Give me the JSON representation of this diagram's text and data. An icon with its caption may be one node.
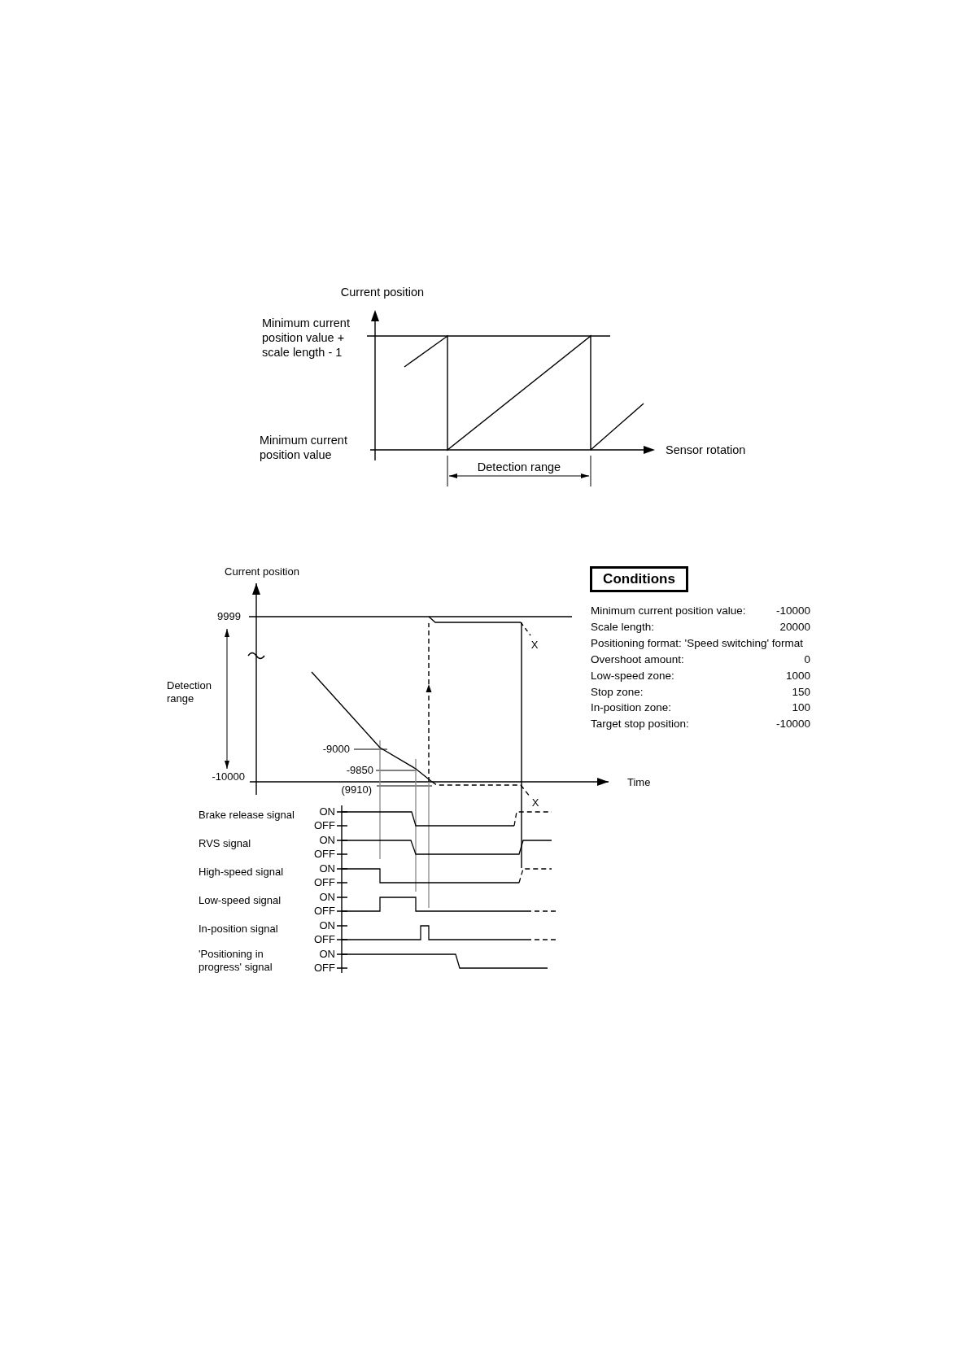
{
  "diagram": {
    "nodes": [
      {
        "text": [
          "Conditions"
        ]
      }
    ],
    "labels": [
      "Current position",
      "Minimum current position value + scale length - 1",
      "Minimum current position value",
      "Sensor rotation",
      "Detection range",
      "Current position",
      "9999",
      "Detection range",
      "X",
      "-9000",
      "-9850",
      "-10000",
      "(9910)",
      "Time",
      "X",
      "Brake release signal",
      "ON",
      "OFF",
      "RVS signal",
      "ON",
      "OFF",
      "High-speed signal",
      "ON",
      "OFF",
      "Low-speed signal",
      "ON",
      "OFF",
      "In-position signal",
      "ON",
      "OFF",
      "'Positioning in progress' signal",
      "ON",
      "OFF",
      "Minimum current position value:",
      "-10000",
      "Scale length:",
      "20000",
      "Positioning format: 'Speed switching' format",
      "Overshoot amount:",
      "0",
      "Low-speed zone:",
      "1000",
      "Stop zone:",
      "150",
      "In-position zone:",
      "100",
      "Target stop position:",
      "-10000"
    ]
  }
}
